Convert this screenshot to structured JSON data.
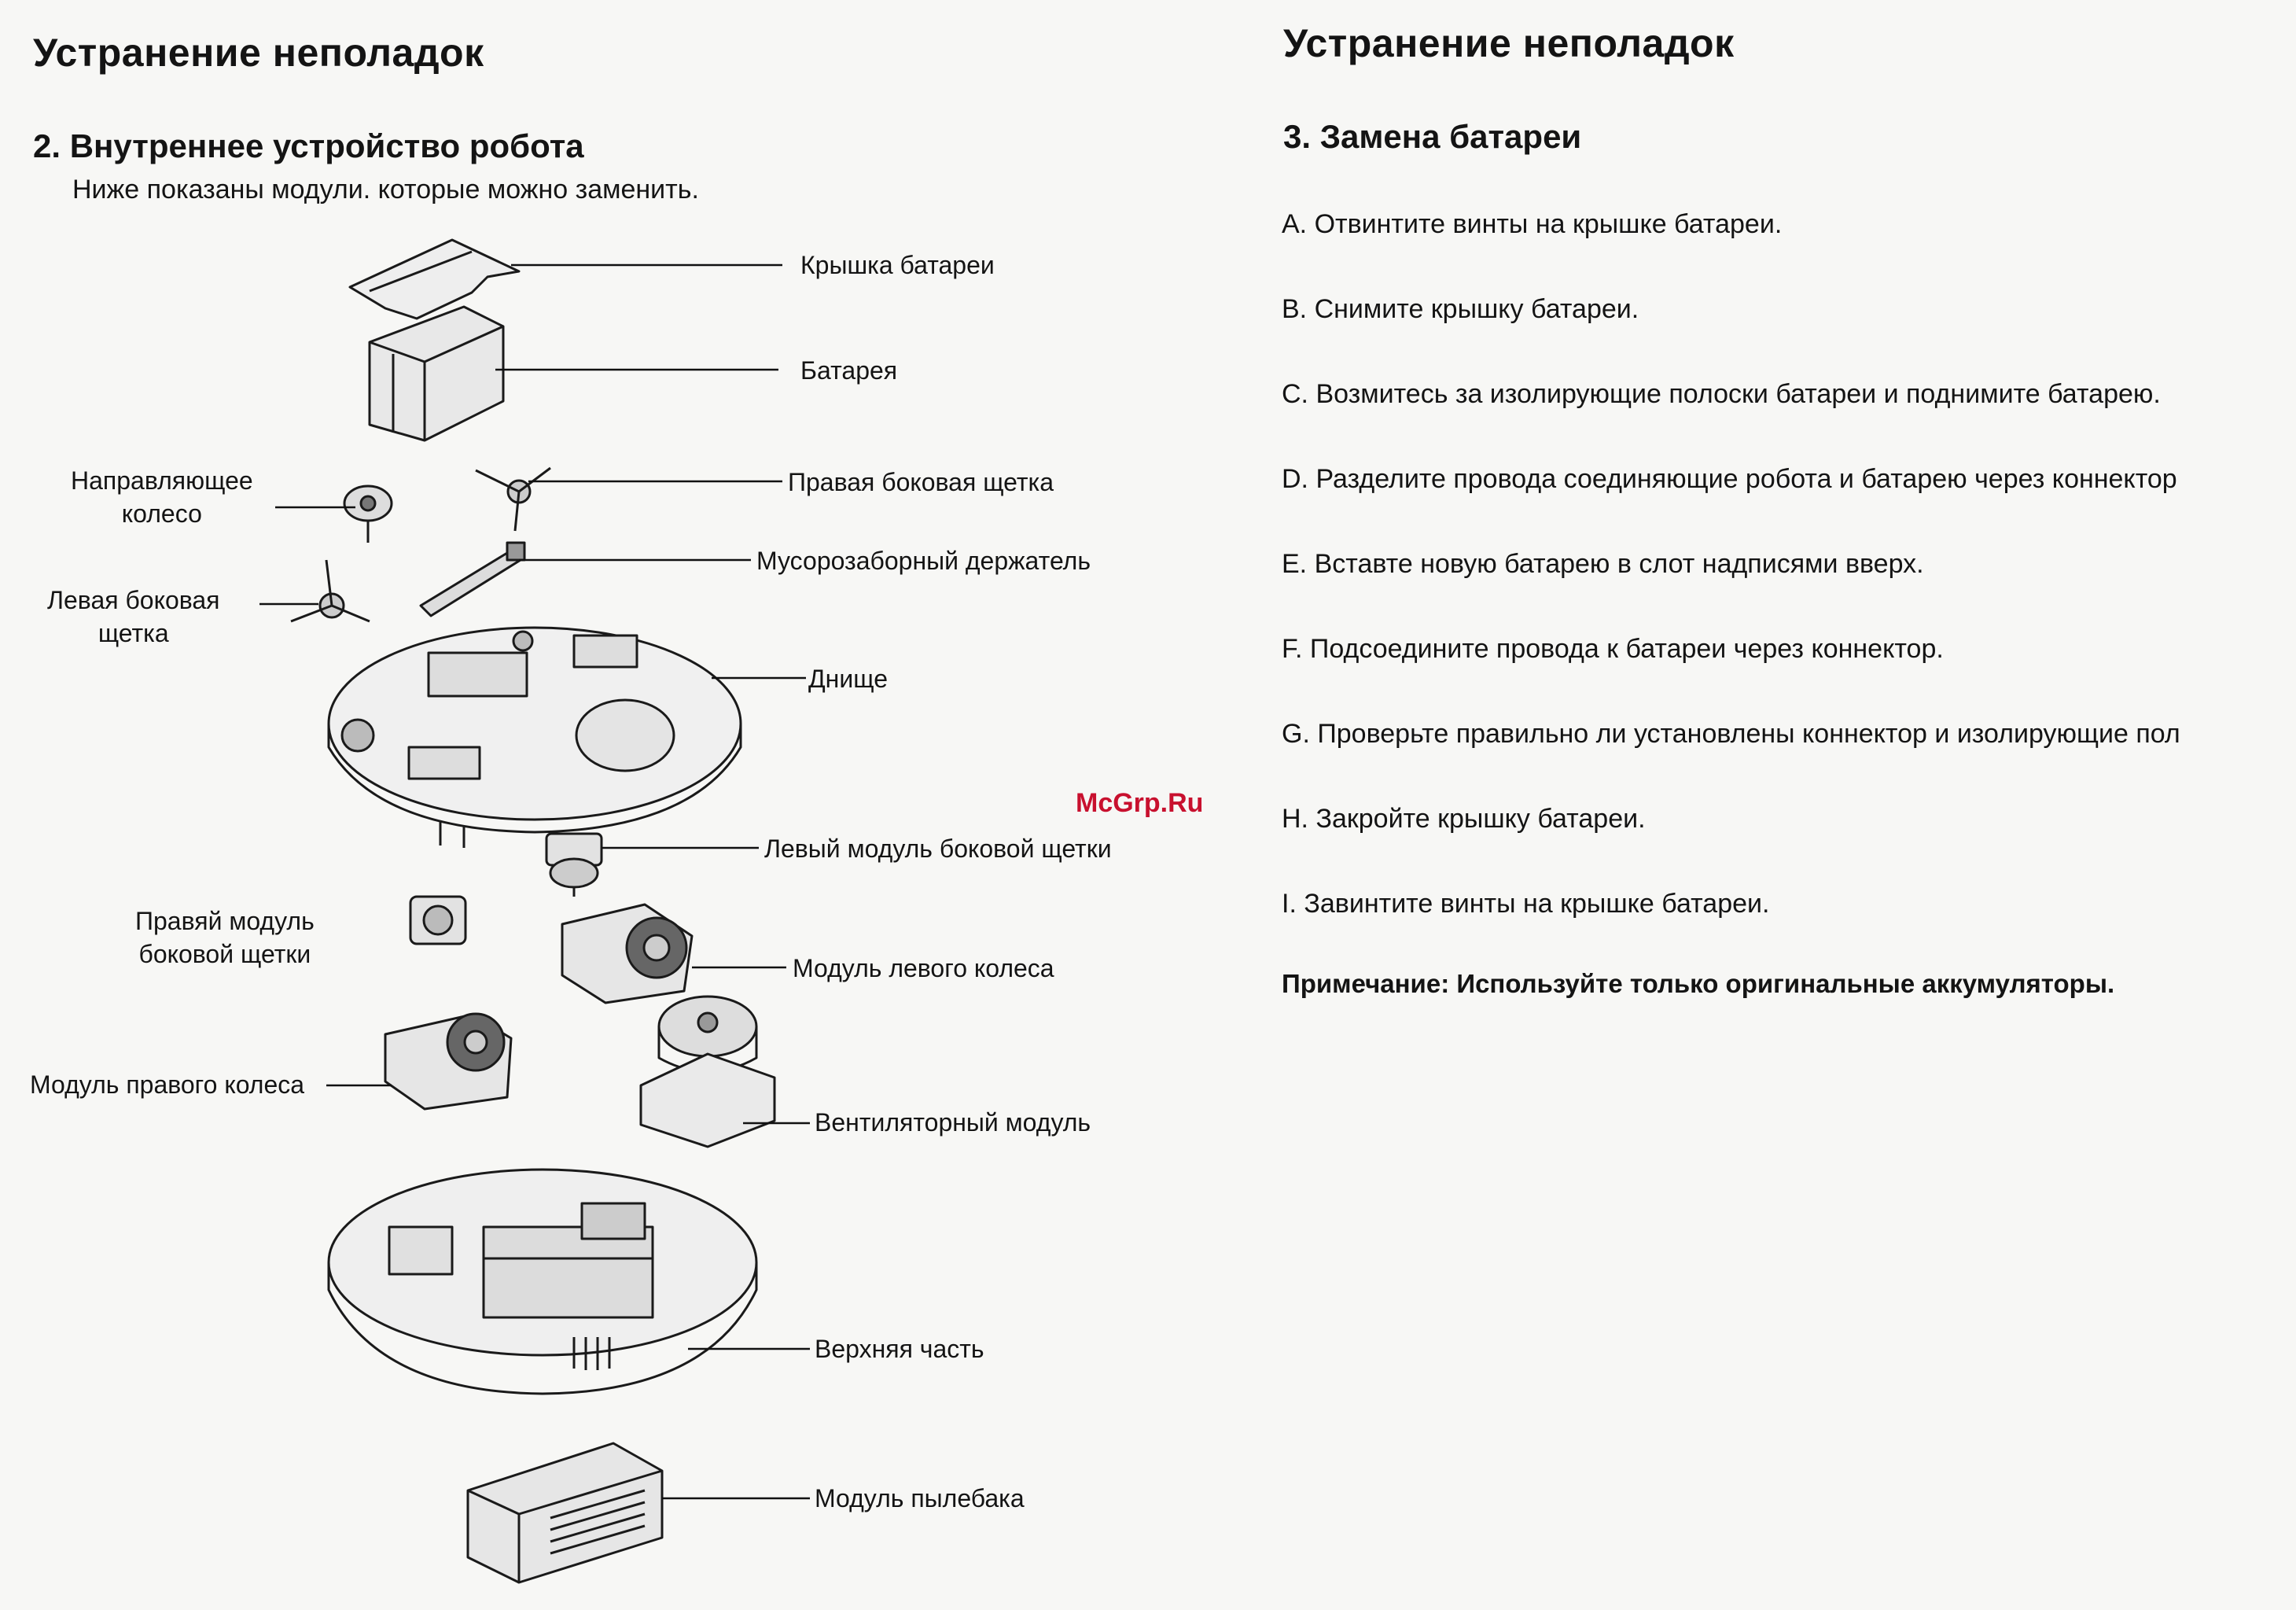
{
  "left_page": {
    "title": "Устранение неполадок",
    "section_title": "2. Внутреннее устройство робота",
    "intro": "Ниже показаны модули. которые можно заменить.",
    "labels": {
      "battery_cover": "Крышка батареи",
      "battery": "Батарея",
      "guide_wheel": "Направляющее\nколесо",
      "right_side_brush": "Правая боковая щетка",
      "debris_holder": "Мусорозаборный держатель",
      "left_side_brush": "Левая боковая\nщетка",
      "bottom": "Днище",
      "left_brush_module": "Левый модуль боковой щетки",
      "right_brush_module": "Правяй модуль\nбоковой щетки",
      "left_wheel_module": "Модуль левого колеса",
      "right_wheel_module": "Модуль правого колеса",
      "fan_module": "Вентиляторный модуль",
      "top_part": "Верхняя часть",
      "dustbin_module": "Модуль пылебака"
    }
  },
  "watermark": "McGrp.Ru",
  "right_page": {
    "title": "Устранение неполадок",
    "section_title": "3. Замена батареи",
    "steps": [
      "A. Отвинтите винты на крышке батареи.",
      "B. Снимите крышку батареи.",
      "C. Возмитесь за изолирующие полоски батареи и поднимите батарею.",
      "D. Разделите провода соединяющие робота и батарею через коннектор",
      "E. Вставте новую батарею в слот надписями вверх.",
      "F. Подсоедините провода к батареи через коннектор.",
      "G. Проверьте правильно ли установлены коннектор и изолирующие пол",
      "H. Закройте крышку батареи.",
      "I. Завинтите винты на крышке батареи."
    ],
    "note": "Примечание: Используйте только оригинальные аккумуляторы."
  }
}
